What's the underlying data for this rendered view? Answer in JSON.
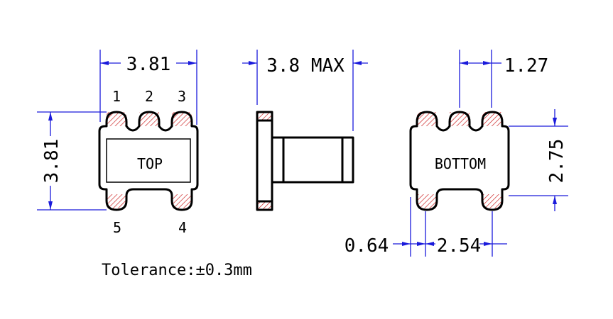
{
  "dimensions": {
    "top_width": "3.81",
    "top_height": "3.81",
    "side_width": "3.8 MAX",
    "pin_pitch_top": "1.27",
    "bottom_height": "2.75",
    "pad_width": "0.64",
    "pad_spacing": "2.54"
  },
  "pins": {
    "p1": "1",
    "p2": "2",
    "p3": "3",
    "p4": "4",
    "p5": "5"
  },
  "labels": {
    "top": "TOP",
    "bottom": "BOTTOM"
  },
  "tolerance": "Tolerance:±0.3mm",
  "colors": {
    "outline": "#000000",
    "dimension": "#1a1adb",
    "pad_hatch": "#cc2222"
  }
}
